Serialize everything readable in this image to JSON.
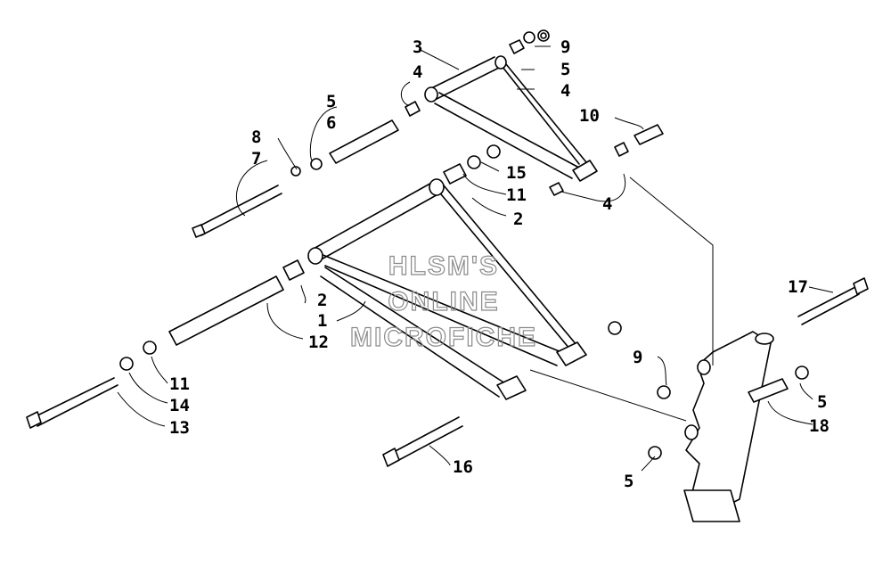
{
  "watermark": {
    "lines": [
      "HLSM'S",
      "ONLINE",
      "MICROFICHE"
    ]
  },
  "callouts": [
    "3",
    "4",
    "9",
    "5",
    "4",
    "5",
    "6",
    "8",
    "7",
    "10",
    "15",
    "11",
    "2",
    "4",
    "2",
    "1",
    "12",
    "11",
    "14",
    "13",
    "16",
    "9",
    "17",
    "5",
    "18",
    "5"
  ]
}
